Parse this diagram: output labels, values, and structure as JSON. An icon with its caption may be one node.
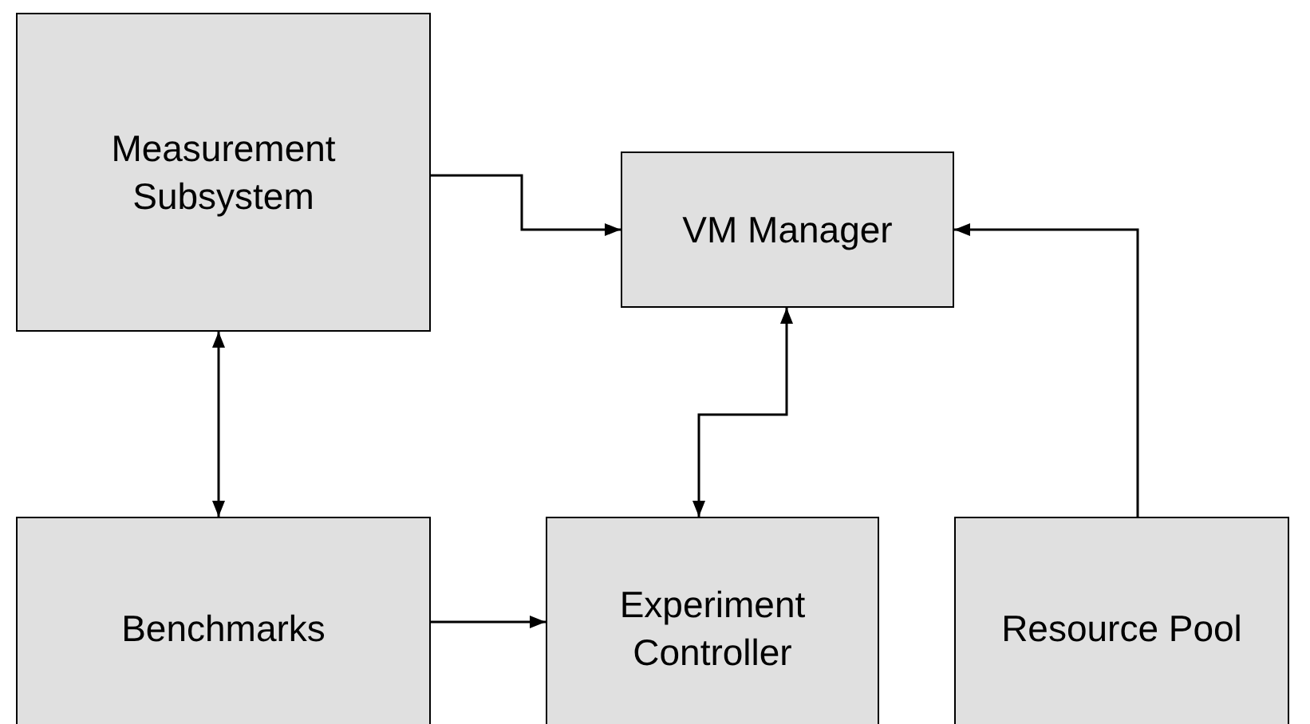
{
  "diagram": {
    "nodes": [
      {
        "text": [
          "Measurement Subsystem"
        ]
      },
      {
        "text": [
          "VM Manager"
        ]
      },
      {
        "text": [
          "Benchmarks"
        ]
      },
      {
        "text": [
          "Experiment Controller"
        ]
      },
      {
        "text": [
          "Resource Pool"
        ]
      }
    ],
    "edges": [
      {
        "from": 0,
        "to": 1,
        "arrow": "to"
      },
      {
        "from": 0,
        "to": 2,
        "arrow": "both"
      },
      {
        "from": 1,
        "to": 3,
        "arrow": "both"
      },
      {
        "from": 2,
        "to": 3,
        "arrow": "to"
      },
      {
        "from": 4,
        "to": 1,
        "arrow": "to"
      }
    ]
  }
}
